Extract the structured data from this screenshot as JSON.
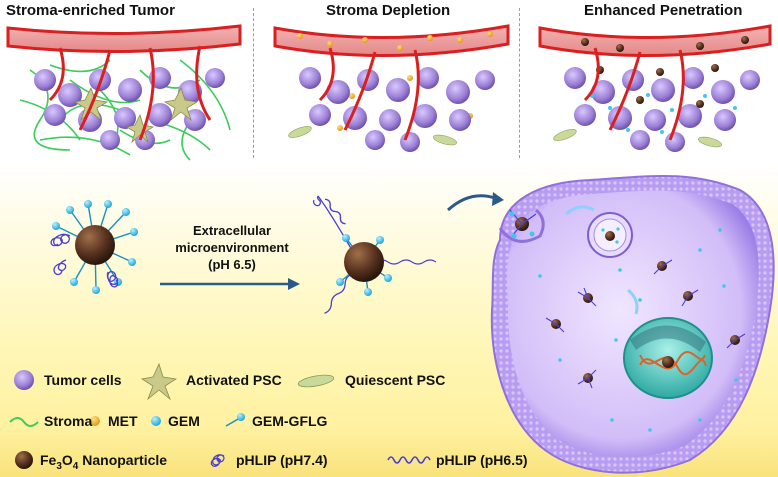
{
  "panels": {
    "left_title": "Stroma-enriched Tumor",
    "middle_title": "Stroma Depletion",
    "right_title": "Enhanced Penetration"
  },
  "arrow_label": {
    "line1": "Extracellular",
    "line2": "microenvironment",
    "line3": "(pH 6.5)"
  },
  "legend": {
    "tumor_cells": "Tumor cells",
    "activated_psc": "Activated PSC",
    "quiescent_psc": "Quiescent PSC",
    "stroma": "Stroma",
    "met": "MET",
    "gem": "GEM",
    "gem_gflg": "GEM-GFLG",
    "fe3o4_prefix": "Fe",
    "fe3o4_sub1": "3",
    "fe3o4_mid": "O",
    "fe3o4_sub2": "4",
    "fe3o4_suffix": " Nanoparticle",
    "phlip_74": "pHLIP (pH7.4)",
    "phlip_65": "pHLIP (pH6.5)"
  },
  "colors": {
    "vessel": "#d91f1f",
    "tumor_cell": "#9b7fd4",
    "stroma": "#3ecb5a",
    "met": "#f2b21e",
    "gem": "#3fc7ee",
    "nanoparticle": "#5a3320",
    "phlip": "#4b3fd0",
    "cell_membrane": "#b79ff0",
    "nucleus": "#4ec5c0"
  }
}
